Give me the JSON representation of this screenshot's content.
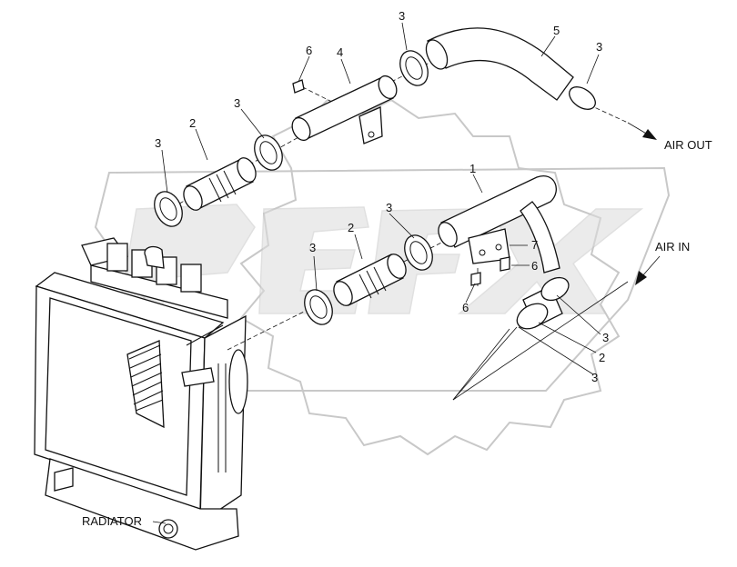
{
  "diagram": {
    "callouts": {
      "c1": "1",
      "c2a": "2",
      "c2b": "2",
      "c2c": "2",
      "c3a": "3",
      "c3b": "3",
      "c3c": "3",
      "c3d": "3",
      "c3e": "3",
      "c3f": "3",
      "c3g": "3",
      "c3h": "3",
      "c4": "4",
      "c5": "5",
      "c6a": "6",
      "c6b": "6",
      "c6c": "6",
      "c7": "7"
    },
    "labels": {
      "air_out": "AIR OUT",
      "air_in": "AIR IN",
      "radiator": "RADIATOR"
    }
  }
}
